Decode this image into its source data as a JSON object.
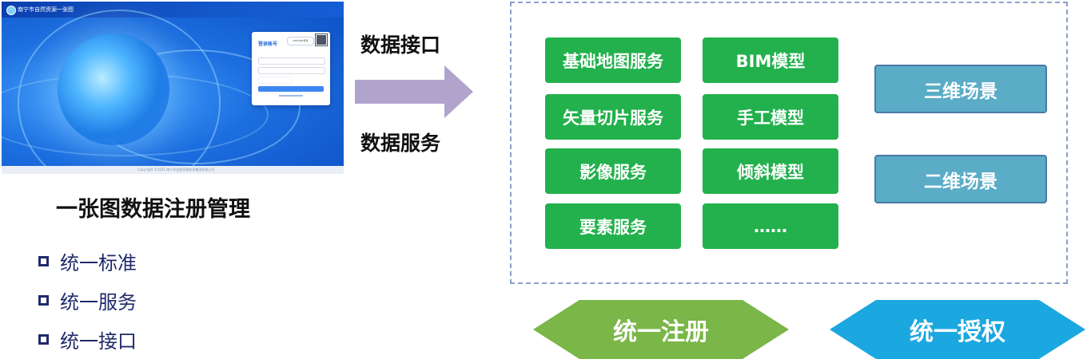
{
  "screenshot": {
    "app_title": "南宁市自然资源一张图",
    "login_title": "登录账号",
    "login_tag": "MMUSER登录",
    "footer": "Copyright ©2021 南宁市自然资源信息集团有限公司"
  },
  "left": {
    "main_title": "一张图数据注册管理",
    "bullets": [
      "统一标准",
      "统一服务",
      "统一接口"
    ]
  },
  "middle": {
    "top_label": "数据接口",
    "bottom_label": "数据服务"
  },
  "panel": {
    "col1": [
      "基础地图服务",
      "矢量切片服务",
      "影像服务",
      "要素服务"
    ],
    "col2": [
      "BIM模型",
      "手工模型",
      "倾斜模型",
      "……"
    ],
    "scenes": [
      "三维场景",
      "二维场景"
    ]
  },
  "bottom": {
    "register_label": "统一注册",
    "auth_label": "统一授权"
  },
  "colors": {
    "service_green": "#22b14c",
    "scene_blue": "#5aacc7",
    "register_green": "#7ab648",
    "auth_blue": "#1ba7e0",
    "arrow_purple": "#b1a4cc",
    "bullet_navy": "#1f2a6a"
  }
}
